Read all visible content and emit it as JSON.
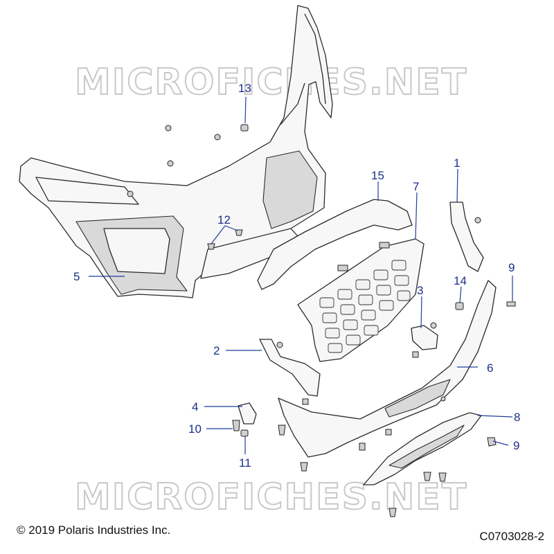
{
  "watermark": "MICROFICHES.NET",
  "copyright": "© 2019 Polaris Industries Inc.",
  "drawing_number": "C0703028-2",
  "callouts": [
    {
      "id": "c13",
      "label": "13"
    },
    {
      "id": "c15",
      "label": "15"
    },
    {
      "id": "c1",
      "label": "1"
    },
    {
      "id": "c7",
      "label": "7"
    },
    {
      "id": "c12",
      "label": "12"
    },
    {
      "id": "c5",
      "label": "5"
    },
    {
      "id": "c9a",
      "label": "9"
    },
    {
      "id": "c14",
      "label": "14"
    },
    {
      "id": "c3",
      "label": "3"
    },
    {
      "id": "c2",
      "label": "2"
    },
    {
      "id": "c6",
      "label": "6"
    },
    {
      "id": "c4",
      "label": "4"
    },
    {
      "id": "c8",
      "label": "8"
    },
    {
      "id": "c10",
      "label": "10"
    },
    {
      "id": "c9b",
      "label": "9"
    },
    {
      "id": "c11",
      "label": "11"
    }
  ]
}
